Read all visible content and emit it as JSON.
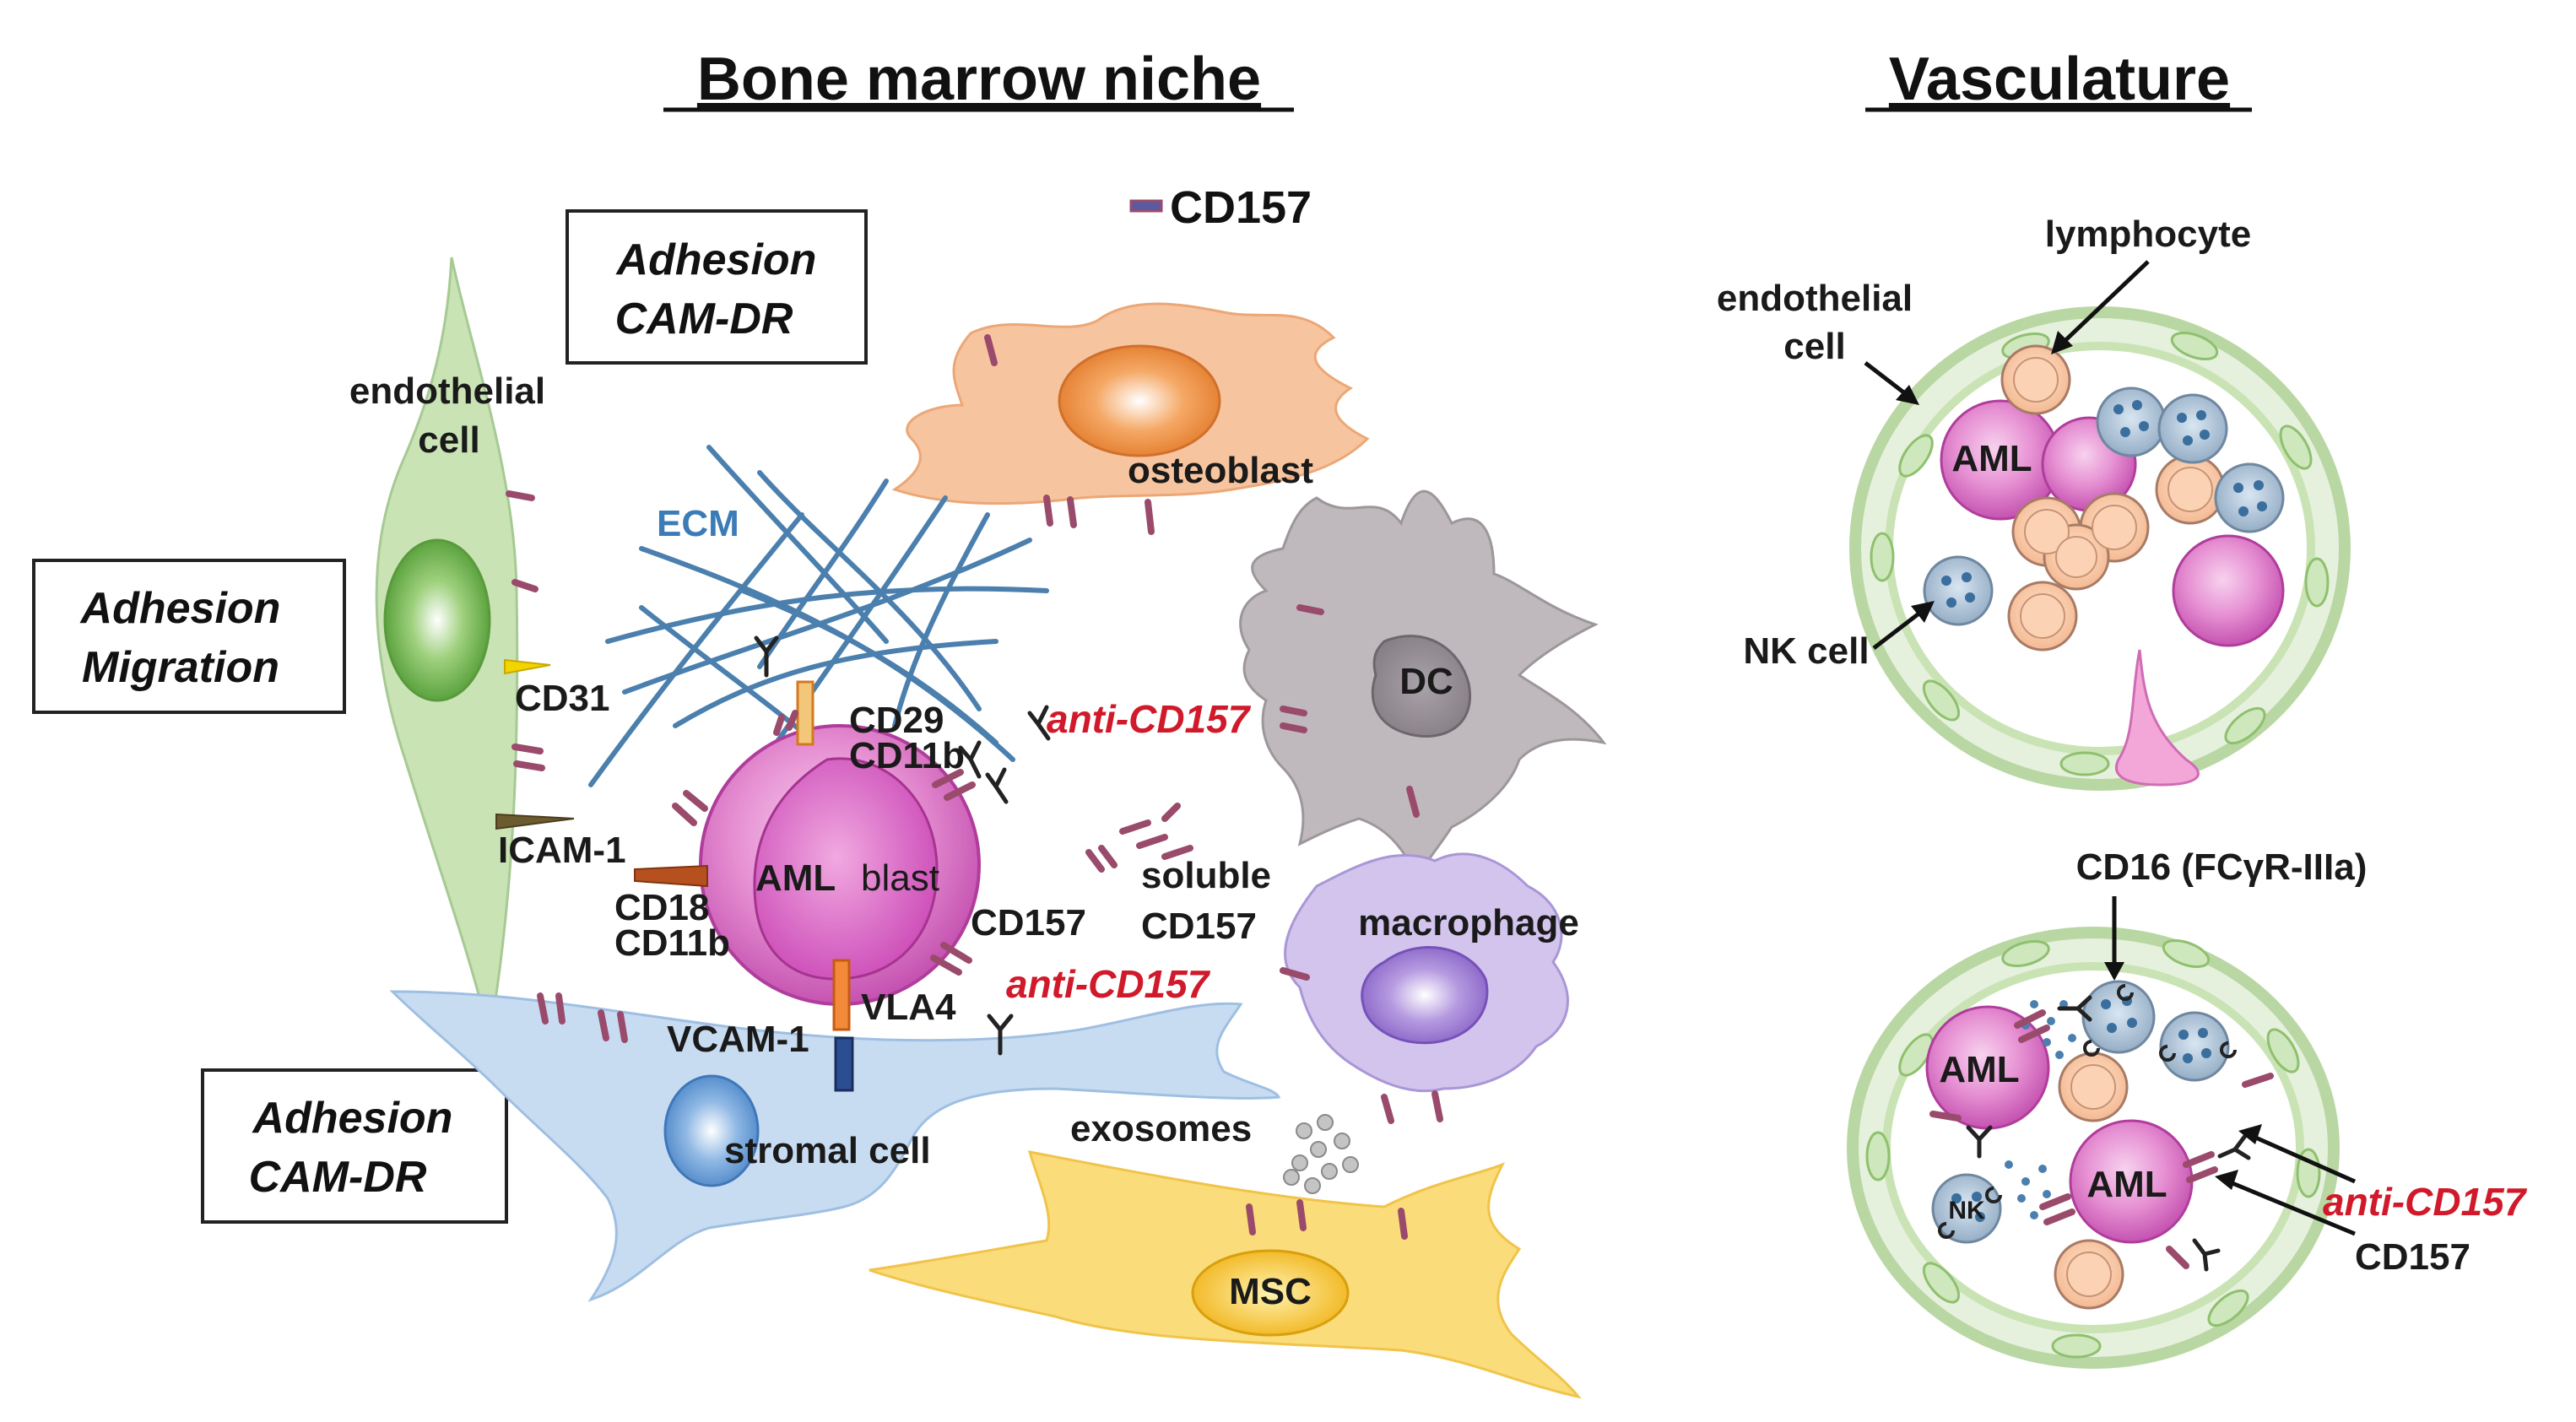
{
  "titles": {
    "bone_marrow_niche": "Bone marrow niche",
    "vasculature": "Vasculature"
  },
  "legend": {
    "cd157": "CD157"
  },
  "boxes": {
    "top": {
      "line1": "Adhesion",
      "line2": "CAM-DR"
    },
    "left": {
      "line1": "Adhesion",
      "line2": "Migration"
    },
    "bottom": {
      "line1": "Adhesion",
      "line2": "CAM-DR"
    }
  },
  "niche": {
    "endothelial_cell_1": "endothelial",
    "endothelial_cell_2": "cell",
    "ecm": "ECM",
    "osteoblast": "osteoblast",
    "dc": "DC",
    "macrophage": "macrophage",
    "msc": "MSC",
    "stromal_cell": "stromal cell",
    "exosomes": "exosomes",
    "aml_blast_a": "AML",
    "aml_blast_b": "blast",
    "cd31": "CD31",
    "icam1": "ICAM-1",
    "cd18": "CD18",
    "cd11b_left": "CD11b",
    "cd29": "CD29",
    "cd11b_right": "CD11b",
    "cd157": "CD157",
    "soluble_1": "soluble",
    "soluble_2": "CD157",
    "vla4": "VLA4",
    "vcam1": "VCAM-1",
    "anti_cd157_top": "anti-CD157",
    "anti_cd157_bottom": "anti-CD157"
  },
  "vasculature": {
    "lymphocyte": "lymphocyte",
    "endothelial_1": "endothelial",
    "endothelial_2": "cell",
    "aml_top": "AML",
    "nk_cell": "NK cell",
    "cd16": "CD16 (FCγR-IIIa)",
    "aml_b1": "AML",
    "aml_b2": "AML",
    "nk_small": "NK",
    "anti_cd157": "anti-CD157",
    "cd157": "CD157"
  },
  "colors": {
    "endothelial": "#c9e3b5",
    "nucleus_green": "#6cae4c",
    "ecm_blue": "#4a7fae",
    "osteoblast": "#f4b183",
    "dc": "#b9b2b7",
    "macrophage": "#c6b4e3",
    "msc": "#f8d062",
    "stromal": "#c8dcf1",
    "aml": "#e48dd0",
    "anti_label": "#d0192b"
  }
}
